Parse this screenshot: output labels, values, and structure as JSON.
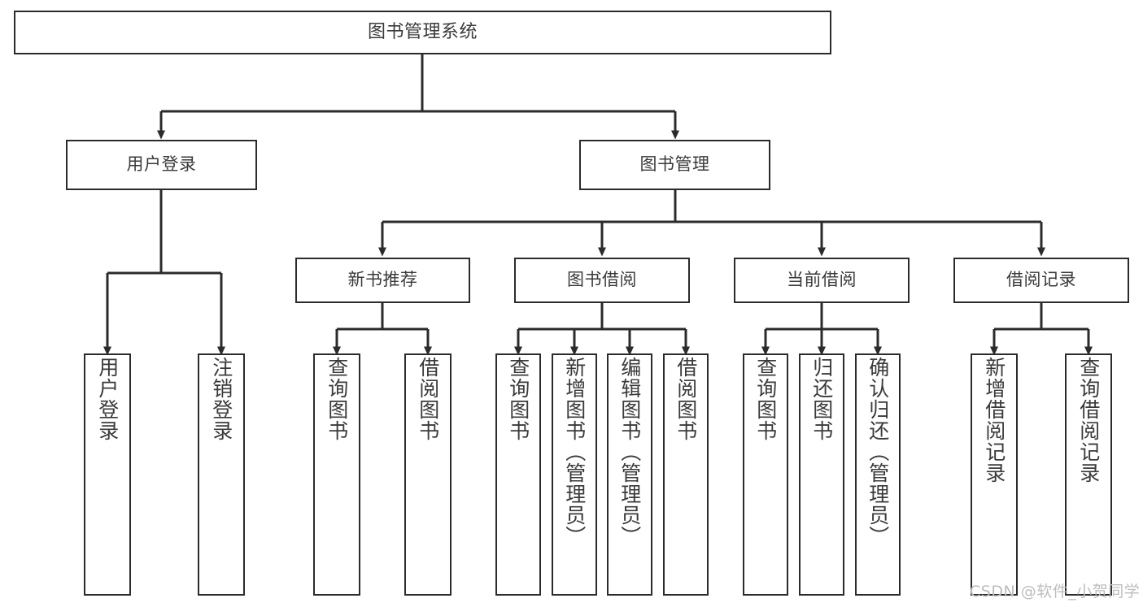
{
  "diagram": {
    "title_text": "图书管理系统",
    "type": "hierarchy-tree",
    "stroke_color": "#2b2b2b",
    "text_color": "#3a3a3a",
    "background_color": "#ffffff",
    "watermark": "CSDN @软件_小贺同学",
    "watermark_color": "#bdbdbd"
  },
  "nodes": {
    "root": {
      "label": "图书管理系统"
    },
    "tier1": [
      {
        "label": "用户登录"
      },
      {
        "label": "图书管理"
      }
    ],
    "tier2": [
      {
        "label": "新书推荐"
      },
      {
        "label": "图书借阅"
      },
      {
        "label": "当前借阅"
      },
      {
        "label": "借阅记录"
      }
    ],
    "leaves": {
      "user_login": [
        {
          "label": "用户登录"
        },
        {
          "label": "注销登录"
        }
      ],
      "new_book_recommend": [
        {
          "label": "查询图书"
        },
        {
          "label": "借阅图书"
        }
      ],
      "book_borrow": [
        {
          "label": "查询图书"
        },
        {
          "label": "新增图书（管理员）"
        },
        {
          "label": "编辑图书（管理员）"
        },
        {
          "label": "借阅图书"
        }
      ],
      "current_borrow": [
        {
          "label": "查询图书"
        },
        {
          "label": "归还图书"
        },
        {
          "label": "确认归还（管理员）"
        }
      ],
      "borrow_record": [
        {
          "label": "新增借阅记录"
        },
        {
          "label": "查询借阅记录"
        }
      ]
    }
  }
}
